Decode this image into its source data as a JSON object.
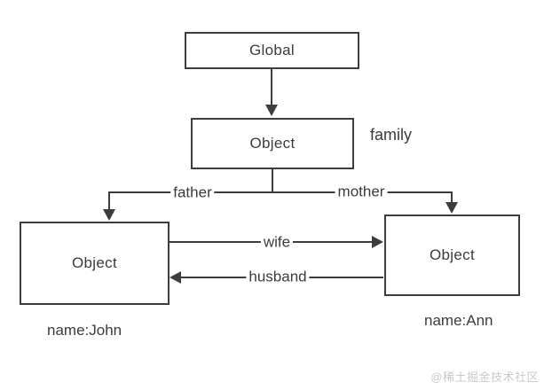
{
  "diagram": {
    "nodes": {
      "global": {
        "label": "Global"
      },
      "family_object": {
        "label": "Object"
      },
      "john_object": {
        "label": "Object"
      },
      "ann_object": {
        "label": "Object"
      }
    },
    "edges": {
      "father": {
        "label": "father"
      },
      "mother": {
        "label": "mother"
      },
      "wife": {
        "label": "wife"
      },
      "husband": {
        "label": "husband"
      }
    },
    "annotations": {
      "family": "family",
      "john_name": "name:John",
      "ann_name": "name:Ann"
    },
    "colors": {
      "line": "#3d3d3d",
      "text": "#3b3b3b",
      "watermark": "#c9c9c9",
      "background": "#ffffff"
    }
  },
  "watermark": {
    "text": "@稀土掘金技术社区"
  }
}
